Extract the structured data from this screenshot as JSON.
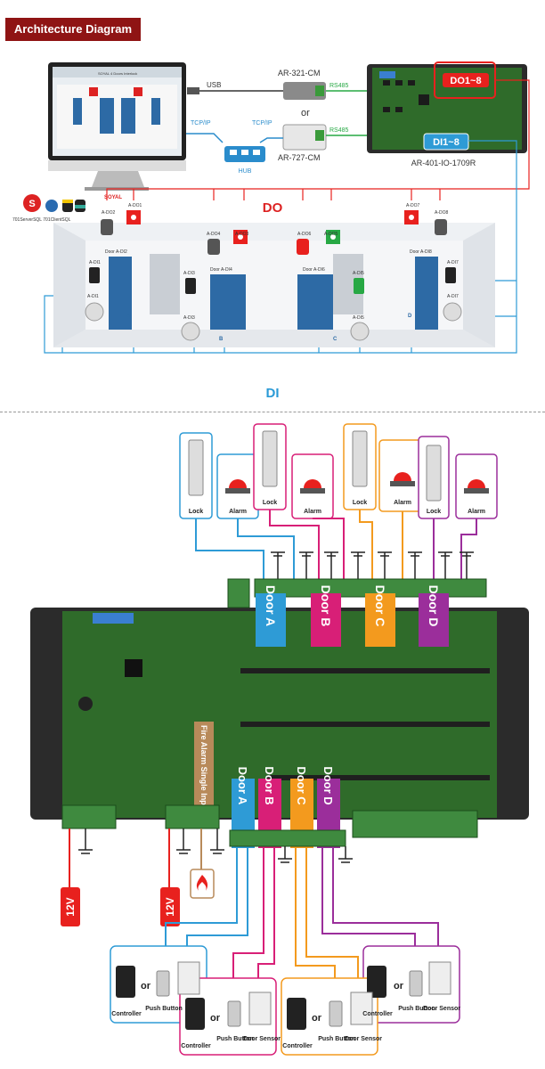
{
  "header": {
    "title": "Architecture Diagram"
  },
  "top": {
    "monitor_window_title": "SOYAL 4 Doors Interlock",
    "monitor_brand": "SOYAL",
    "software_labels": "701ServerSQL 701ClientSQL",
    "usb": "USB",
    "tcpip_left": "TCP/IP",
    "tcpip_right": "TCP/IP",
    "hub": "HUB",
    "conv1": "AR-321-CM",
    "or": "or",
    "conv2": "AR-727-CM",
    "rs485_1": "RS485",
    "rs485_2": "RS485",
    "do_range": "DO1~8",
    "di_range": "DI1~8",
    "board_name": "AR-401-IO-1709R",
    "do_label": "DO",
    "di_label": "DI",
    "ports": {
      "a_do1": "A-DO1",
      "a_do2": "A-DO2",
      "a_do3": "A-DO3",
      "a_do4": "A-DO4",
      "a_do5": "A-DO5",
      "a_do6": "A-DO6",
      "a_do7": "A-DO7",
      "a_do8": "A-DO8",
      "a_di1": "A-DI1",
      "a_di1b": "A-DI1",
      "a_di2": "Door A-DI2",
      "a_di3": "A-DI3",
      "a_di3b": "A-DI3",
      "a_di4": "Door A-DI4",
      "a_di5": "A-DI5",
      "a_di5b": "A-DI5",
      "a_di6": "Door A-DI6",
      "a_di7": "A-DI7",
      "a_di7b": "A-DI7",
      "a_di8": "Door A-DI8"
    },
    "loc": {
      "a": "A",
      "b": "B",
      "c": "C",
      "d": "D"
    }
  },
  "bottom": {
    "outputs": [
      "Lock",
      "Alarm",
      "Lock",
      "Alarm",
      "Lock",
      "Alarm",
      "Lock",
      "Alarm"
    ],
    "relay_doors": [
      "Door A",
      "Door B",
      "Door C",
      "Door D"
    ],
    "input_doors": [
      "Door A",
      "Door B",
      "Door C",
      "Door D"
    ],
    "fire_input": "Fire Alarm Single Input",
    "v12_left": "12V",
    "v12_right": "12V",
    "devices": {
      "controller": "Controller",
      "or": "or",
      "push": "Push Button",
      "sensor": "Door Sensor"
    }
  },
  "colors": {
    "door_a": "#2e9bd6",
    "door_b": "#d81f77",
    "door_c": "#f39a1e",
    "door_d": "#9b2e9b",
    "red": "#e8211e",
    "green": "#27a844",
    "board": "#2f6b2a",
    "tan": "#b88a5a"
  }
}
